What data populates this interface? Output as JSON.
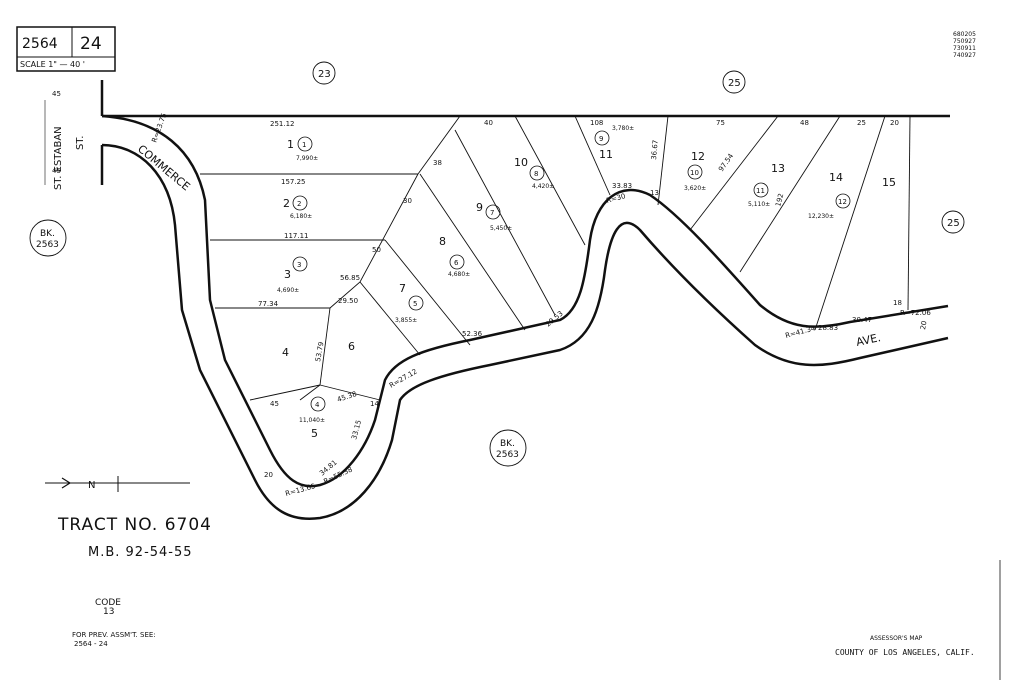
{
  "header": {
    "book": "2564",
    "page": "24",
    "scale": "SCALE 1\" — 40 '"
  },
  "revision_codes": [
    "680205",
    "750927",
    "730911",
    "740927"
  ],
  "adjacent_pages": {
    "p23": "23",
    "p25_top": "25",
    "p25_right": "25",
    "bk_left_line1": "BK.",
    "bk_left_line2": "2563",
    "bk_center_line1": "BK.",
    "bk_center_line2": "2563"
  },
  "streets": {
    "st_estaban_1": "ST. ESTABAN",
    "st_estaban_2": "ST.",
    "commerce": "COMMERCE",
    "ave": "AVE."
  },
  "lots": [
    {
      "lot": "1",
      "parcel": "1",
      "area": "7,990±"
    },
    {
      "lot": "2",
      "parcel": "2",
      "area": "6,180±"
    },
    {
      "lot": "3",
      "parcel": "3",
      "area": "4,690±"
    },
    {
      "lot": "4",
      "parcel": "4",
      "area": "11,040±"
    },
    {
      "lot": "5",
      "parcel": "5",
      "area": "3,855±"
    },
    {
      "lot": "6",
      "parcel": "6",
      "area": "4,680±"
    },
    {
      "lot": "7",
      "parcel": "7",
      "area": "5,450±"
    },
    {
      "lot": "8",
      "parcel": "8",
      "area": "4,420±"
    },
    {
      "lot": "9",
      "parcel": "9",
      "area": "3,780±"
    },
    {
      "lot": "10",
      "parcel": "10",
      "area": "3,620±"
    },
    {
      "lot": "11",
      "parcel": "11",
      "area": "5,110±"
    },
    {
      "lot": "12",
      "parcel": "12",
      "area": "12,230±"
    },
    {
      "lot": "13"
    },
    {
      "lot": "14"
    },
    {
      "lot": "15"
    }
  ],
  "dimensions": {
    "d251": "251.12",
    "d157": "157.25",
    "d117": "117.11",
    "d77": "77.34",
    "d40": "40",
    "d108": "108",
    "d75": "75",
    "d48": "48",
    "d25": "25",
    "d20a": "20",
    "d5685": "56.85",
    "d2950": "29.50",
    "d50": "50",
    "d30": "30",
    "d38": "38",
    "d5379": "53.79",
    "d5236": "52.36",
    "d3383": "33.83",
    "d13": "13",
    "d3667": "36.67",
    "d18": "18",
    "d20b": "20",
    "d192": "192",
    "d9754": "97.54",
    "d2883": "28.83",
    "d3047": "30.47",
    "r7206": "R=72.06",
    "r4134": "R=41.34",
    "r30": "R=30",
    "r2712": "R=27.12",
    "r1365": "R=13.65",
    "r5538": "R=55.38",
    "r2375": "R=23.75",
    "d2953": "29.53",
    "d45": "45",
    "d4538": "45.38",
    "d3315": "33.15",
    "d14": "14",
    "d20c": "20",
    "d3481": "34.81"
  },
  "north_arrow": {
    "label": "N"
  },
  "tract": {
    "name": "TRACT NO. 6704",
    "mb": "M.B. 92-54-55"
  },
  "code": {
    "label": "CODE",
    "value": "13"
  },
  "prev_assmt": {
    "line1": "FOR PREV. ASSM'T. SEE:",
    "line2": "2564 - 24"
  },
  "footer": {
    "line1": "ASSESSOR'S MAP",
    "line2": "COUNTY OF LOS ANGELES, CALIF."
  }
}
